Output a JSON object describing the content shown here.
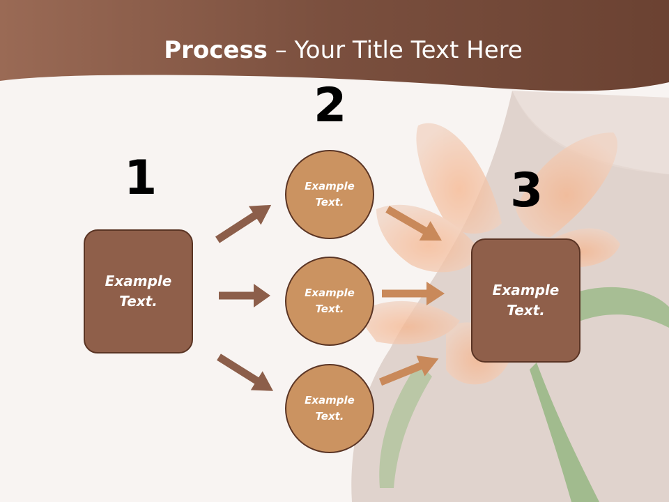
{
  "title": {
    "bold": "Process",
    "rest": " – Your Title Text Here"
  },
  "steps": [
    {
      "number": "1",
      "label": "Example\nText."
    },
    {
      "number": "2",
      "circles": [
        "Example\nText.",
        "Example\nText.",
        "Example\nText."
      ]
    },
    {
      "number": "3",
      "label": "Example\nText."
    }
  ],
  "colors": {
    "header": "#7b5040",
    "box": "#8f5f4a",
    "circle": "#cb9361",
    "arrow_left": "#8c5e4a",
    "arrow_right": "#c9895a"
  }
}
